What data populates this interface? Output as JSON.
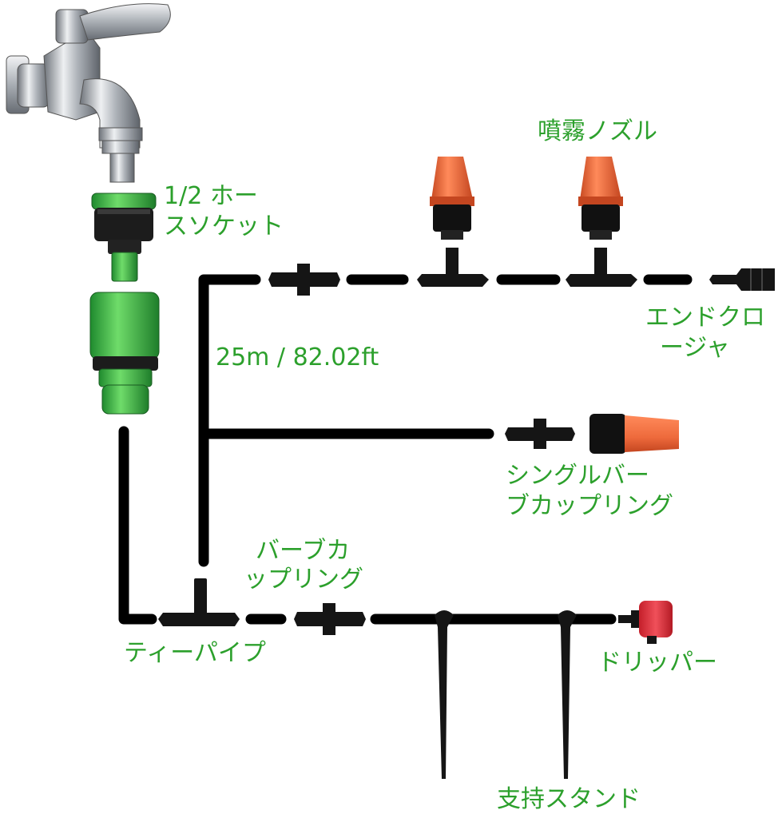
{
  "colors": {
    "label": "#2ca02c",
    "tube": "#000000",
    "nozzle": "#ee6a3c",
    "connector_green": "#3cb043",
    "metal": "#b8bcc2"
  },
  "labels": {
    "hose_socket_line1": "1/2 ホー",
    "hose_socket_line2": "スソケット",
    "mist_nozzle": "噴霧ノズル",
    "length": "25m / 82.02ft",
    "end_closure_line1": "エンドクロ",
    "end_closure_line2": "ージャ",
    "single_barb_line1": "シングルバー",
    "single_barb_line2": "ブカップリング",
    "barb_coupling_line1": "バーブカ",
    "barb_coupling_line2": "ップリング",
    "tee_pipe": "ティーパイプ",
    "dripper": "ドリッパー",
    "support_stand": "支持スタンド"
  },
  "icons": [
    "faucet-icon",
    "hose-socket-icon",
    "quick-connector-icon",
    "mist-nozzle-icon",
    "barb-coupling-icon",
    "end-closure-icon",
    "single-barb-coupling-icon",
    "tee-pipe-icon",
    "dripper-icon",
    "support-stand-icon"
  ]
}
